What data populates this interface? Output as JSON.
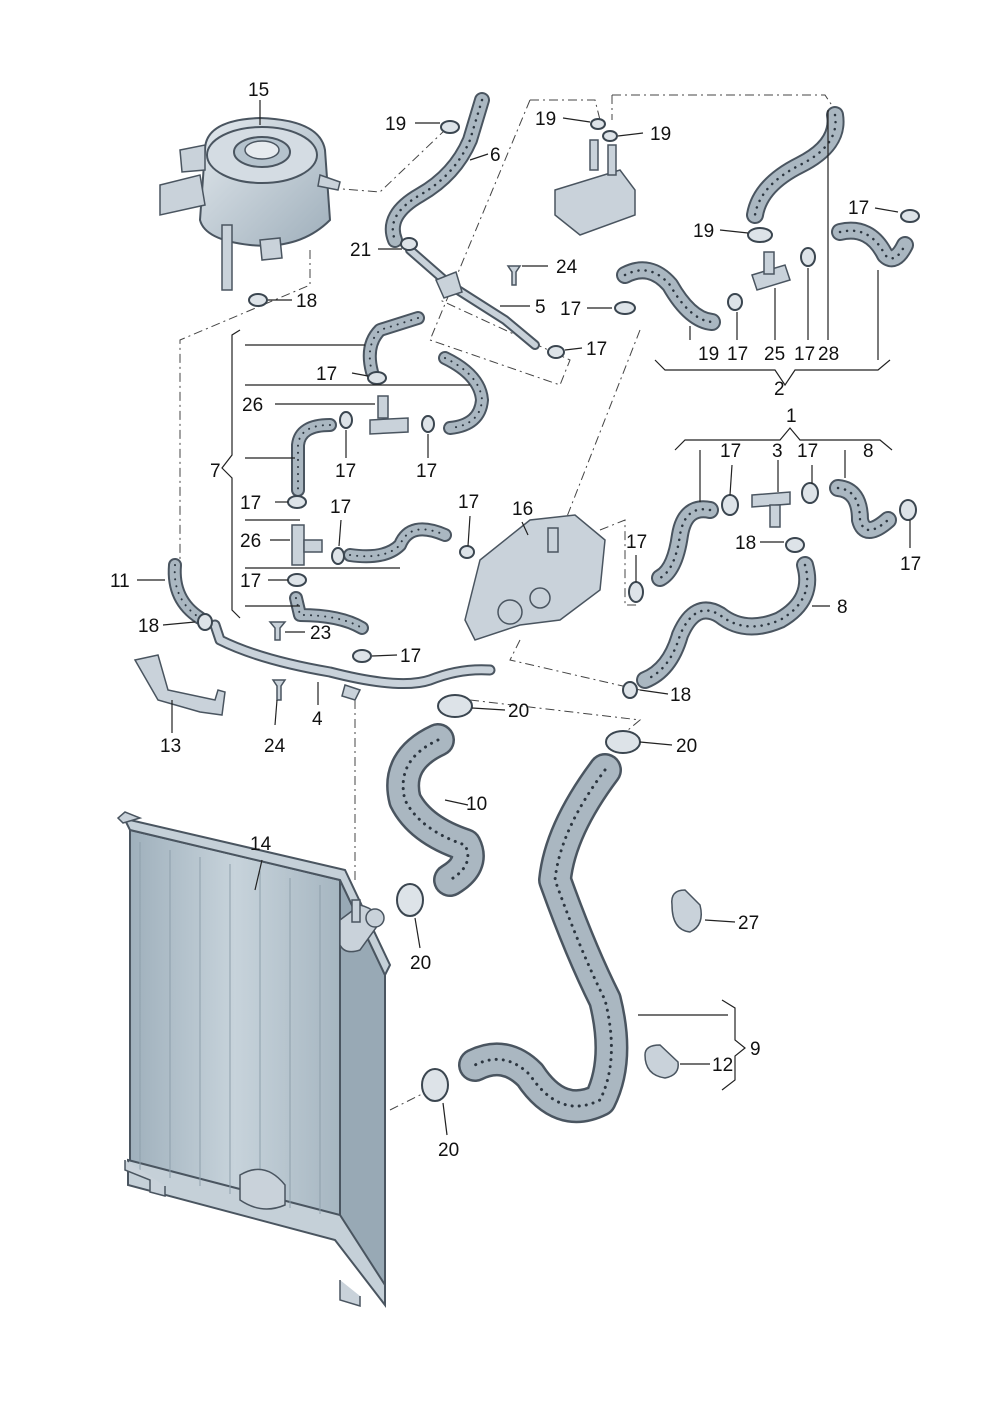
{
  "diagram": {
    "callouts": {
      "c1": "1",
      "c2": "2",
      "c3": "3",
      "c4": "4",
      "c5": "5",
      "c6": "6",
      "c7": "7",
      "c8": "8",
      "c9": "9",
      "c10": "10",
      "c11": "11",
      "c12": "12",
      "c13": "13",
      "c14": "14",
      "c15": "15",
      "c16": "16",
      "c17": "17",
      "c18": "18",
      "c19": "19",
      "c20": "20",
      "c21": "21",
      "c23": "23",
      "c24": "24",
      "c25": "25",
      "c26": "26",
      "c27": "27",
      "c28": "28"
    },
    "colors": {
      "hose_fill": "#aab7c1",
      "hose_outline": "#4a5560",
      "hose_dots": "#2c3640",
      "metal_fill": "#c9d2da",
      "radiator_core": "#b7c6d0",
      "radiator_frame": "#c5d0d8"
    }
  }
}
